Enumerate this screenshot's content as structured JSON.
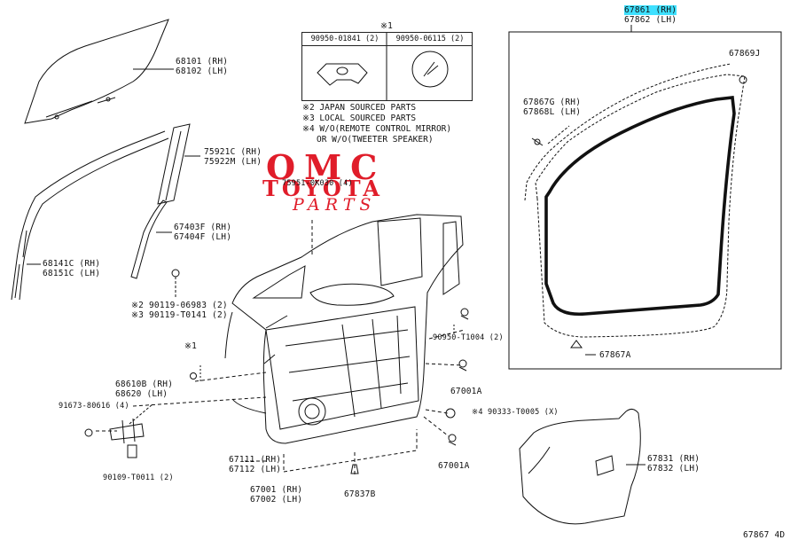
{
  "parts": {
    "p68101": "68101 (RH)",
    "p68102": "68102 (LH)",
    "p75921": "75921C (RH)",
    "p75922": "75922M (LH)",
    "p75951": "75951-0K030 (4)",
    "p67403": "67403F (RH)",
    "p67404": "67404F (LH)",
    "p68141": "68141C (RH)",
    "p68151": "68151C (LH)",
    "p90119a": "※2 90119-06983 (2)",
    "p90119b": "※3 90119-T0141 (2)",
    "mark1": "※1",
    "p68610": "68610B (RH)",
    "p68620": "68620 (LH)",
    "p91673": "91673-80616 (4)",
    "p90109": "90109-T0011 (2)",
    "p67111": "67111 (RH)",
    "p67112": "67112 (LH)",
    "p67001": "67001 (RH)",
    "p67002": "67002 (LH)",
    "p67837": "67837B",
    "p90950t": "90950-T1004 (2)",
    "p67001a1": "67001A",
    "p67001a2": "67001A",
    "p90333": "※4 90333-T0005 (X)",
    "p67861": "67861 (RH)",
    "p67862": "67862 (LH)",
    "p67869": "67869J",
    "p67867g": "67867G (RH)",
    "p67868l": "67868L (LH)",
    "p67867a": "67867A",
    "p67831": "67831 (RH)",
    "p67832": "67832 (LH)",
    "diagram_id": "67867 4D"
  },
  "ref_table": {
    "mark": "※1",
    "col1": "90950-01841 (2)",
    "col2": "90950-06115 (2)"
  },
  "notes": {
    "n2": "※2 JAPAN SOURCED PARTS",
    "n3": "※3 LOCAL SOURCED PARTS",
    "n4a": "※4 W/O(REMOTE CONTROL MIRROR)",
    "n4b": "OR W/O(TWEETER SPEAKER)"
  },
  "watermark": {
    "line1": "OMC",
    "line2": "TOYOTA",
    "line3": "PARTS",
    "color": "#e01d2a"
  },
  "highlight_color": "#3ee0ff"
}
